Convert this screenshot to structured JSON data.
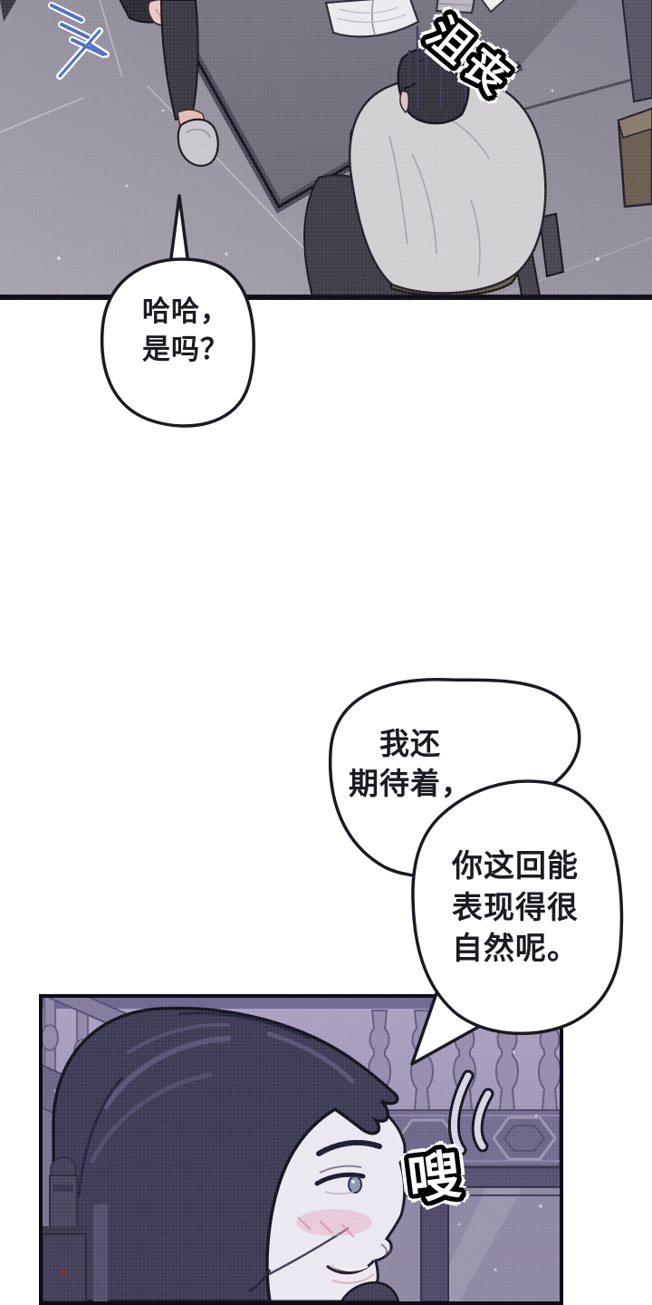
{
  "page": {
    "background_color": "#ffffff",
    "ink_color": "#1b1a22"
  },
  "panel_top": {
    "description": "overhead view: man seated at large table, standing person's leg and shoe at left",
    "sfx_dejected": "沮丧",
    "floor_color": "#938fa0",
    "table_color": "#767281",
    "speedline_color": "#4f6fc4",
    "gloom_line_color": "#3d3b63"
  },
  "bubbles": {
    "b1": {
      "lines": [
        "哈哈，",
        "是吗？"
      ]
    },
    "b2": {
      "lines": [
        "我还",
        "期待着，"
      ]
    },
    "b3": {
      "lines": [
        "你这回能",
        "表现得很",
        "自然呢。"
      ]
    }
  },
  "panel_bottom": {
    "description": "close-up of dark-haired man smiling beside staircase balustrade",
    "sfx_swoosh": "嗖",
    "background_color": "#a59cba",
    "hair_color": "#3e3c55",
    "skin_color": "#ece8f1",
    "blush_color": "#e5a9c0"
  }
}
